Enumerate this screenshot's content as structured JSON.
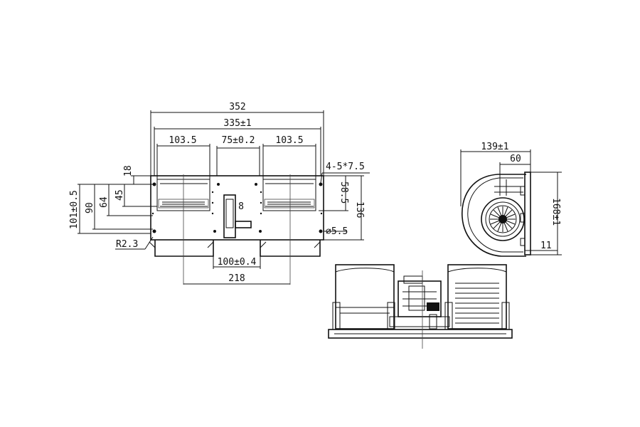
{
  "dims": {
    "overall_length": "352",
    "mount_span": "335±1",
    "outlet_left_width": "103.5",
    "outlet_gap": "75±0.2",
    "outlet_right_width": "103.5",
    "hole_spec": "4-5*7.5",
    "top_offset": "18",
    "left_45": "45",
    "left_64": "64",
    "left_90": "90",
    "left_101": "101±0.5",
    "right_58": "58.5",
    "right_136": "136",
    "hole_dia": "⌀5.5",
    "radius": "R2.3",
    "center_span": "100±0.4",
    "bottom_span": "218",
    "side_depth": "139±1",
    "side_60": "60",
    "side_height": "168±1",
    "side_11": "11"
  },
  "marks": {
    "rotation_symbol": "8"
  }
}
